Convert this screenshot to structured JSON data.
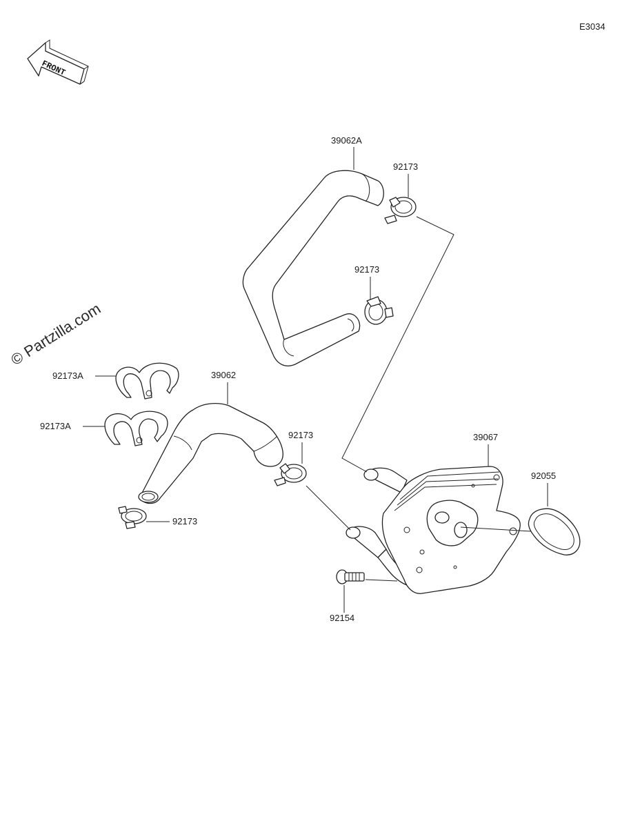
{
  "diagram_code": "E3034",
  "front_label": "FRONT",
  "watermark": "© Partzilla.com",
  "parts": {
    "hose_upper": "39062A",
    "clamp_upper_right": "92173",
    "clamp_upper_mid": "92173",
    "clip_a_top": "92173A",
    "clip_a_bottom": "92173A",
    "hose_lower": "39062",
    "clamp_lower_right": "92173",
    "clamp_lower_left": "92173",
    "oil_cooler": "39067",
    "oring": "92055",
    "bolt": "92154"
  },
  "colors": {
    "line": "#222222",
    "background": "#ffffff"
  }
}
